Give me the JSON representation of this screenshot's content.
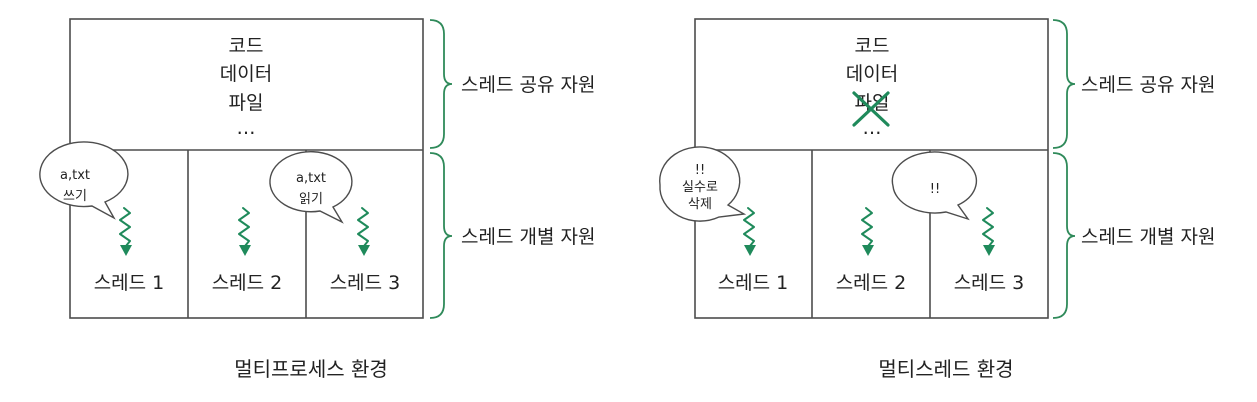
{
  "colors": {
    "accent_green": "#1f8a5b",
    "brace_green": "#2f8a5a",
    "line": "#4d4d4d",
    "text": "#222222"
  },
  "left": {
    "shared": {
      "line1": "코드",
      "line2": "데이터",
      "line3": "파일",
      "line4": "…"
    },
    "shared_label": "스레드 공유 자원",
    "individual_label": "스레드 개별 자원",
    "threads": [
      "스레드 1",
      "스레드 2",
      "스레드 3"
    ],
    "bubble1": {
      "line1": "a,txt",
      "line2": "쓰기"
    },
    "bubble3": {
      "line1": "a,txt",
      "line2": "읽기"
    },
    "caption": "멀티프로세스 환경"
  },
  "right": {
    "shared": {
      "line1": "코드",
      "line2": "데이터",
      "line3": "파일",
      "line4": "…"
    },
    "shared_label": "스레드 공유 자원",
    "individual_label": "스레드 개별 자원",
    "threads": [
      "스레드 1",
      "스레드 2",
      "스레드 3"
    ],
    "bubble1": {
      "line1": "!!",
      "line2": "실수로",
      "line3": "삭제"
    },
    "bubble3": {
      "line1": "!!"
    },
    "caption": "멀티스레드 환경"
  }
}
